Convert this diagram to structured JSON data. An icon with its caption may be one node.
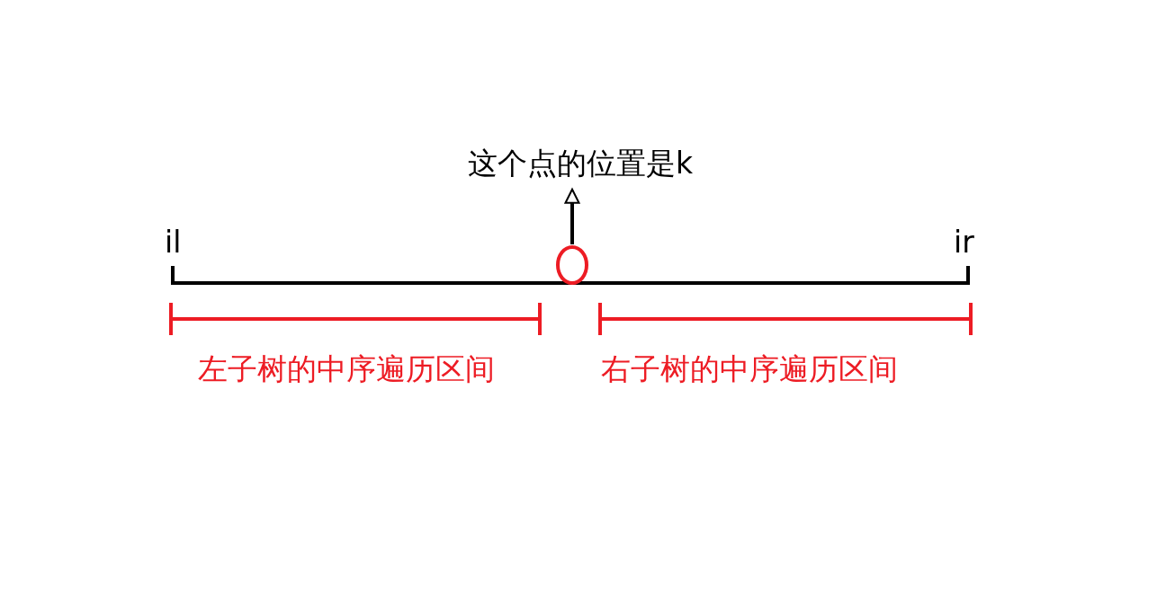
{
  "diagram": {
    "nodes": [
      {
        "text": [
          "这个点的位置是k"
        ]
      },
      {
        "text": [],
        "shape": "circle"
      }
    ],
    "edges": [
      {
        "from": 1,
        "to": 0,
        "arrow": "to"
      }
    ],
    "labels": [
      "il",
      "ir",
      "左子树的中序遍历区间",
      "右子树的中序遍历区间"
    ]
  }
}
